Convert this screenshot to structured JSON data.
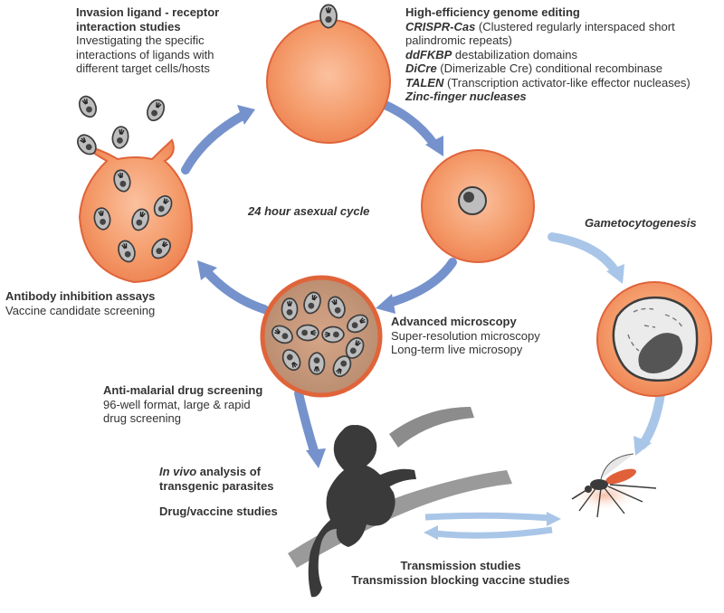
{
  "colors": {
    "cell_fill": "#f49a69",
    "cell_stroke": "#e0643a",
    "blue_arrow": "#6f8fc8",
    "light_blue_arrow": "#a9c6e8",
    "parasite_grey": "#b9b9b9",
    "dark_grey": "#4a4a4a",
    "text": "#333333"
  },
  "cycle_label": "24 hour asexual cycle",
  "gametocytogenesis_label": "Gametocytogenesis",
  "invasion": {
    "title_line1": "Invasion ligand - receptor",
    "title_line2": "interaction studies",
    "line1": "Investigating the specific",
    "line2": "interactions of ligands with",
    "line3": "different target cells/hosts"
  },
  "genome": {
    "title": "High-efficiency genome editing",
    "crispr_term": "CRISPR-Cas",
    "crispr_rest": " (Clustered regularly interspaced short",
    "crispr_line2": "palindromic repeats)",
    "ddfkbp_term": "ddFKBP",
    "ddfkbp_rest": " destabilization domains",
    "dicre_term": "DiCre",
    "dicre_rest": " (Dimerizable Cre) conditional recombinase",
    "talen_term": "TALEN",
    "talen_rest": " (Transcription activator-like effector nucleases)",
    "zinc_term": "Zinc-finger nucleases"
  },
  "antibody": {
    "title": "Antibody inhibition assays",
    "line1": "Vaccine candidate screening"
  },
  "microscopy": {
    "title": "Advanced microscopy",
    "line1": "Super-resolution microscopy",
    "line2": "Long-term live microsopy"
  },
  "drug": {
    "title": "Anti-malarial drug screening",
    "line1": "96-well format, large & rapid",
    "line2": "drug screening"
  },
  "invivo": {
    "italic_part": "In vivo",
    "rest_part": " analysis of",
    "line2": "transgenic parasites",
    "studies": "Drug/vaccine studies"
  },
  "transmission": {
    "line1": "Transmission studies",
    "line2": "Transmission blocking vaccine studies"
  },
  "icons": [
    "merozoite-icon",
    "ring-stage-icon",
    "schizont-icon",
    "gametocyte-icon",
    "monkey-icon",
    "mosquito-icon"
  ]
}
